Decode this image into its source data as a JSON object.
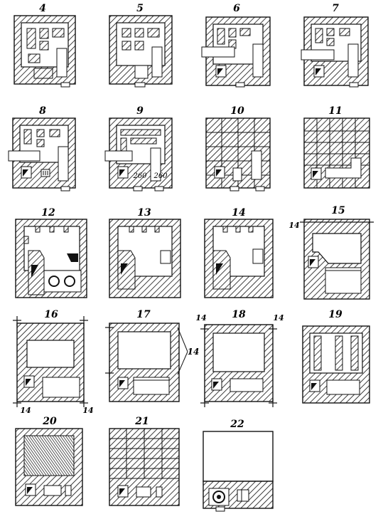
{
  "diagram": {
    "panels": [
      {
        "number": "4"
      },
      {
        "number": "5"
      },
      {
        "number": "6"
      },
      {
        "number": "7"
      },
      {
        "number": "8"
      },
      {
        "number": "9",
        "dimension_labels": [
          "260",
          "260"
        ]
      },
      {
        "number": "10"
      },
      {
        "number": "11"
      },
      {
        "number": "12"
      },
      {
        "number": "13"
      },
      {
        "number": "14"
      },
      {
        "number": "15",
        "side_label": "14"
      },
      {
        "number": "16",
        "corner_labels": [
          "14",
          "14"
        ]
      },
      {
        "number": "17",
        "callout_label": "14"
      },
      {
        "number": "18",
        "corner_labels": [
          "14",
          "14"
        ]
      },
      {
        "number": "19"
      },
      {
        "number": "20"
      },
      {
        "number": "21"
      },
      {
        "number": "22"
      }
    ]
  }
}
